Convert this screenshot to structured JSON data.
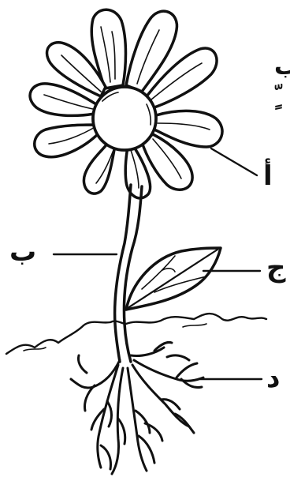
{
  "labels": {
    "flower": "أ",
    "stem": "ب",
    "leaf": "ج",
    "root": "د"
  },
  "cropped_text": {
    "line1": "ب",
    "line2": "ٍّ"
  },
  "colors": {
    "ink": "#111111",
    "background": "#ffffff"
  }
}
